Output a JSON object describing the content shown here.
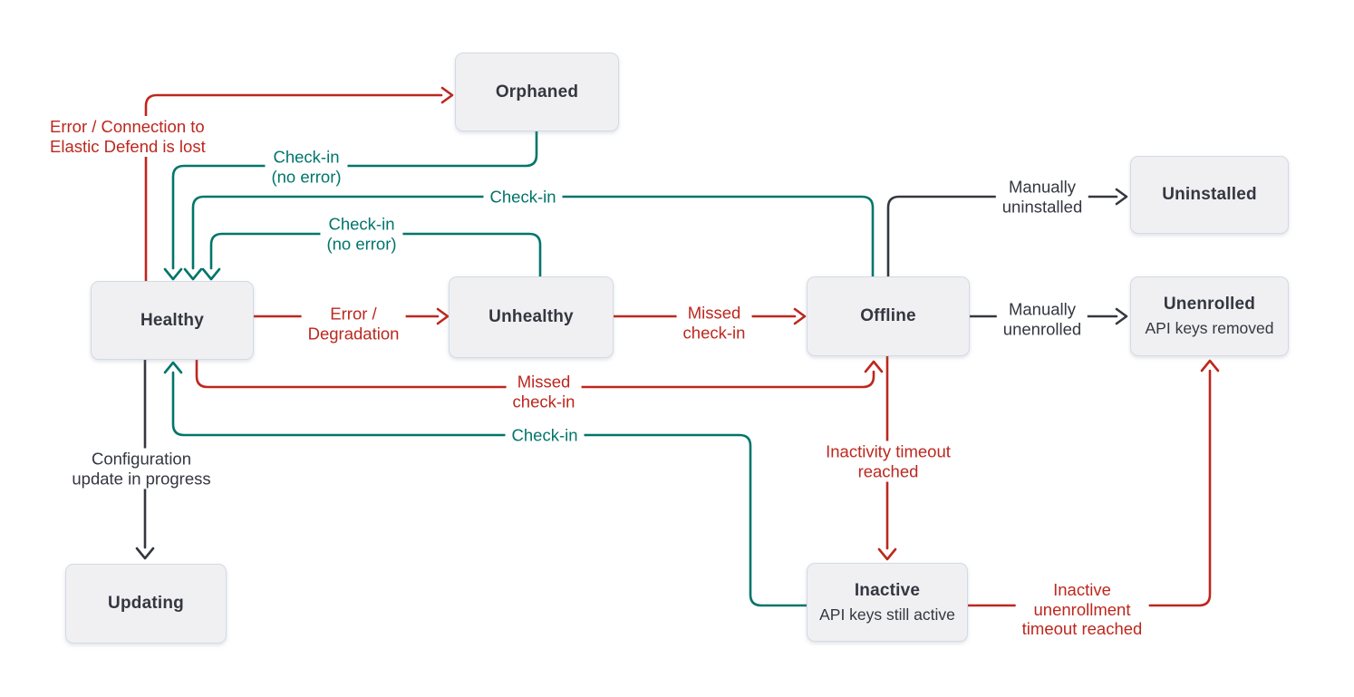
{
  "diagram": {
    "colors": {
      "error": "#bd271e",
      "ok": "#00756b",
      "neutral": "#343741",
      "node_fill": "#f0f0f2",
      "node_border": "#d3dae6",
      "node_text": "#343741",
      "background": "#ffffff"
    },
    "nodes": {
      "orphaned": {
        "label": "Orphaned"
      },
      "uninstalled": {
        "label": "Uninstalled"
      },
      "healthy": {
        "label": "Healthy"
      },
      "unhealthy": {
        "label": "Unhealthy"
      },
      "offline": {
        "label": "Offline"
      },
      "unenrolled": {
        "label": "Unenrolled",
        "sublabel": "API keys removed"
      },
      "updating": {
        "label": "Updating"
      },
      "inactive": {
        "label": "Inactive",
        "sublabel": "API keys still active"
      }
    },
    "edge_labels": {
      "error_connection": "Error / Connection to\nElastic Defend is lost",
      "checkin_from_orphaned": "Check-in\n(no error)",
      "checkin_from_offline": "Check-in",
      "checkin_from_unhealthy": "Check-in\n(no error)",
      "error_degradation": "Error /\nDegradation",
      "missed_checkin_to_offline": "Missed\ncheck-in",
      "missed_checkin_from_healthy": "Missed\ncheck-in",
      "checkin_from_inactive": "Check-in",
      "manually_uninstalled": "Manually\nuninstalled",
      "manually_unenrolled": "Manually\nunenrolled",
      "configuration_update": "Configuration\nupdate in progress",
      "inactivity_timeout": "Inactivity timeout\nreached",
      "inactive_unenrollment": "Inactive\nunenrollment\ntimeout reached"
    }
  }
}
